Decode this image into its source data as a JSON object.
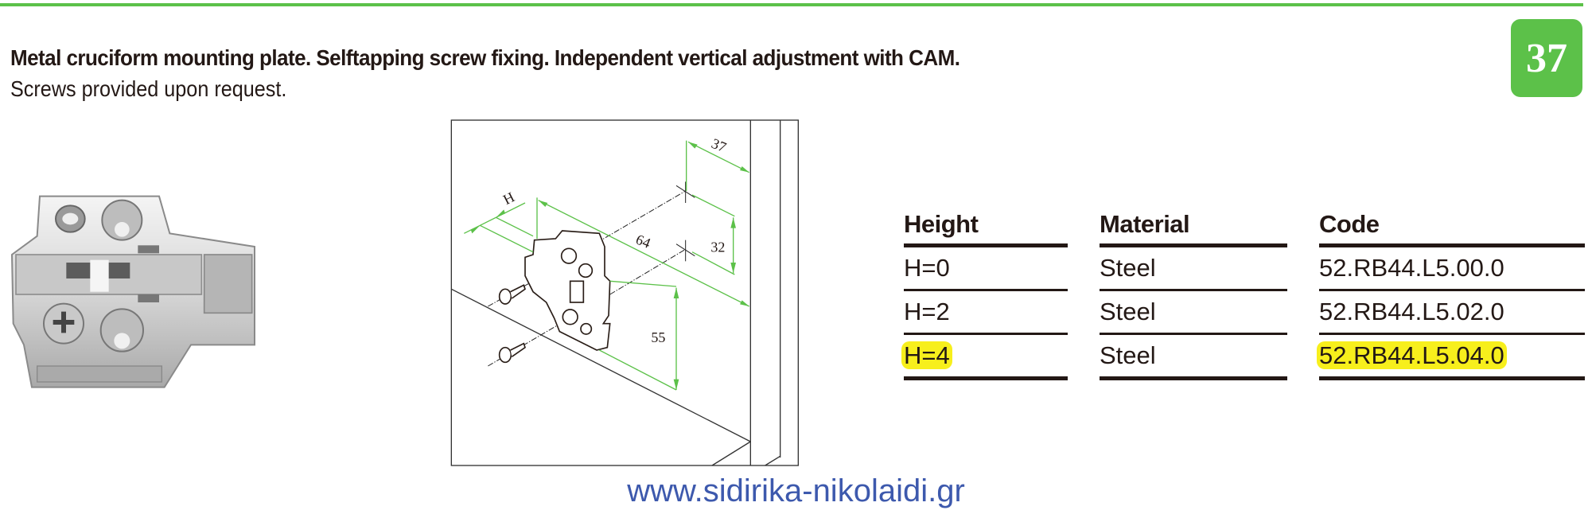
{
  "header": {
    "title": "Metal cruciform mounting plate. Selftapping screw fixing. Independent vertical adjustment with CAM.",
    "subtitle": "Screws provided upon request.",
    "page_number": "37"
  },
  "diagram": {
    "dimensions": [
      "37",
      "H",
      "64",
      "32",
      "55"
    ]
  },
  "table": {
    "headers": [
      "Height",
      "Material",
      "Code"
    ],
    "rows": [
      {
        "height": "H=0",
        "material": "Steel",
        "code": "52.RB44.L5.00.0",
        "highlighted": false
      },
      {
        "height": "H=2",
        "material": "Steel",
        "code": "52.RB44.L5.02.0",
        "highlighted": false
      },
      {
        "height": "H=4",
        "material": "Steel",
        "code": "52.RB44.L5.04.0",
        "highlighted": true
      }
    ]
  },
  "footer": {
    "website": "www.sidirika-nikolaidi.gr"
  },
  "colors": {
    "accent": "#5cc149",
    "highlight": "#f7ef1c",
    "link": "#3d59ad"
  }
}
